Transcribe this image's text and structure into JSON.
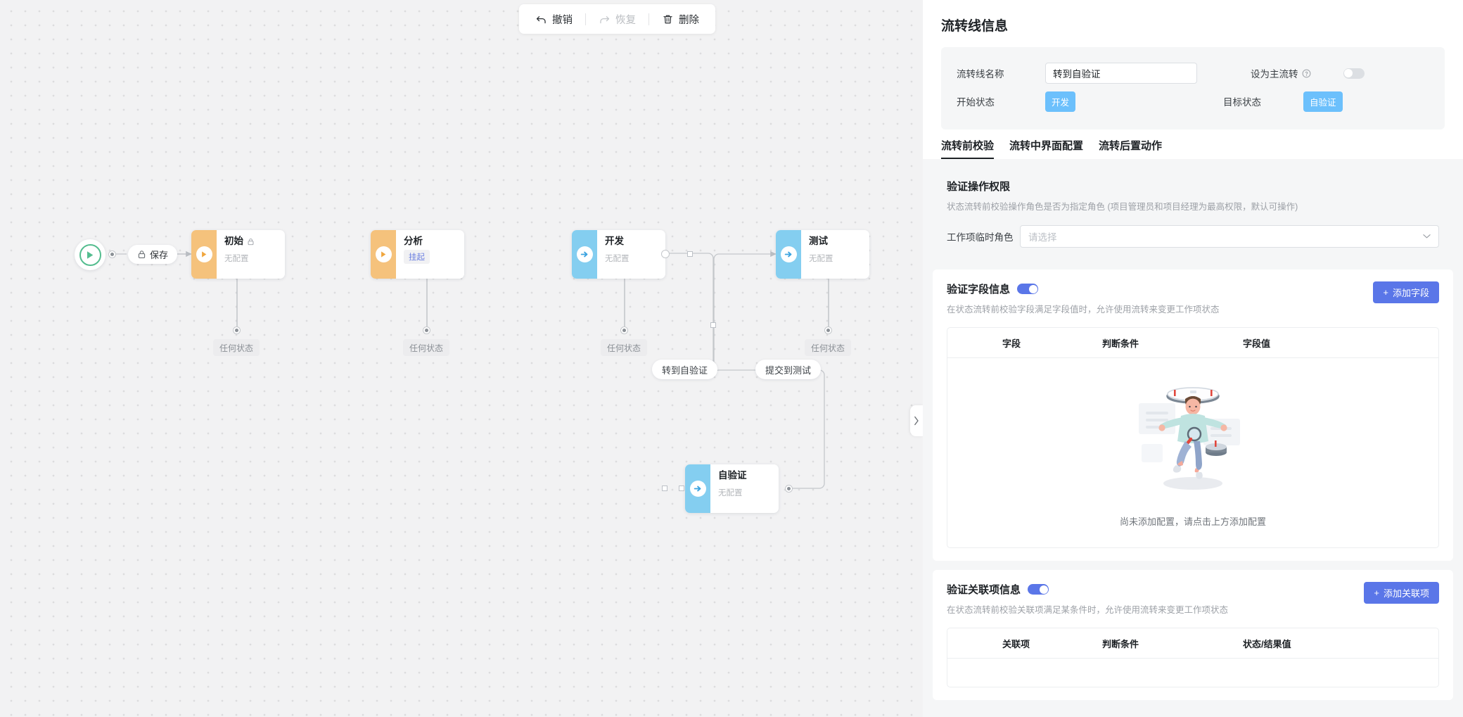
{
  "toolbar": {
    "undo": "撤销",
    "redo": "恢复",
    "delete": "删除"
  },
  "canvas": {
    "start_node_name": "开始",
    "save_pill": "保存",
    "nodes": [
      {
        "title": "初始",
        "sub": "无配置",
        "tag": "",
        "locked": true,
        "color": "orange"
      },
      {
        "title": "分析",
        "sub": "",
        "tag": "挂起",
        "locked": false,
        "color": "orange"
      },
      {
        "title": "开发",
        "sub": "无配置",
        "tag": "",
        "locked": false,
        "color": "blue"
      },
      {
        "title": "测试",
        "sub": "无配置",
        "tag": "",
        "locked": false,
        "color": "blue"
      },
      {
        "title": "自验证",
        "sub": "无配置",
        "tag": "",
        "locked": false,
        "color": "blue"
      }
    ],
    "any_state_label": "任何状态",
    "edge_labels": [
      "转到自验证",
      "提交到测试"
    ]
  },
  "panel": {
    "title": "流转线信息",
    "info": {
      "name_label": "流转线名称",
      "name_value": "转到自验证",
      "main_label": "设为主流转",
      "main_on": false,
      "start_label": "开始状态",
      "start_value": "开发",
      "target_label": "目标状态",
      "target_value": "自验证",
      "tag_color": "#6cc0fc"
    },
    "tabs": [
      {
        "label": "流转前校验",
        "active": true
      },
      {
        "label": "流转中界面配置",
        "active": false
      },
      {
        "label": "流转后置动作",
        "active": false
      }
    ],
    "permission": {
      "title": "验证操作权限",
      "desc": "状态流转前校验操作角色是否为指定角色 (项目管理员和项目经理为最高权限，默认可操作)",
      "role_label": "工作项临时角色",
      "role_placeholder": "请选择"
    },
    "field_section": {
      "title": "验证字段信息",
      "toggle_on": true,
      "desc": "在状态流转前校验字段满足字段值时，允许使用流转来变更工作项状态",
      "add_label": "添加字段",
      "columns": [
        "字段",
        "判断条件",
        "字段值"
      ],
      "rows": [],
      "empty_text": "尚未添加配置，请点击上方添加配置"
    },
    "relation_section": {
      "title": "验证关联项信息",
      "toggle_on": true,
      "desc": "在状态流转前校验关联项满足某条件时，允许使用流转来变更工作项状态",
      "add_label": "添加关联项",
      "columns": [
        "关联项",
        "判断条件",
        "状态/结果值"
      ],
      "rows": []
    },
    "accent_color": "#5a76e8"
  }
}
